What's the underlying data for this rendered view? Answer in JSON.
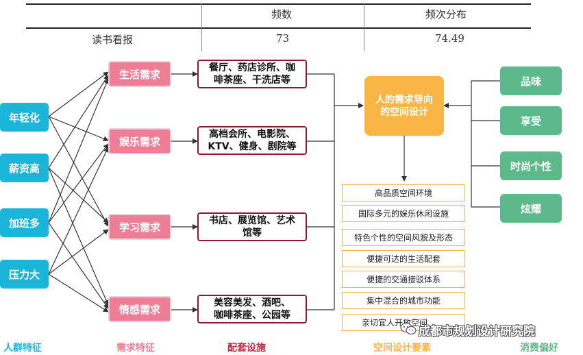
{
  "table": {
    "headers": [
      "",
      "频数",
      "频次分布"
    ],
    "row": [
      "读书看报",
      "73",
      "74.49"
    ]
  },
  "crowd": [
    "年轻化",
    "薪资高",
    "加班多",
    "压力大"
  ],
  "needs": [
    "生活需求",
    "娱乐需求",
    "学习需求",
    "情感需求"
  ],
  "facilities": [
    [
      "餐厅、药店诊所、咖",
      "啡茶座、干洗店等"
    ],
    [
      "高档会所、电影院、",
      "KTV、健身、剧院等"
    ],
    [
      "书店、展览馆、艺术",
      "馆等"
    ],
    [
      "美容美发、酒吧、",
      "咖啡茶座、公园等"
    ]
  ],
  "center": [
    "人的需求导向",
    "的空间设计"
  ],
  "elements": [
    "高品质空间环境",
    "国际多元的娱乐休闲设施",
    "特色个性的空间风貌及形态",
    "便捷可达的生活配套",
    "便捷的交通接驳体系",
    "集中混合的城市功能",
    "亲切宜人开放空间"
  ],
  "preferences": [
    "品味",
    "享受",
    "时尚个性",
    "炫耀"
  ],
  "footer": {
    "crowd": "人群特征",
    "needs": "需求特征",
    "facilities": "配套设施",
    "elements": "空间设计要素",
    "preferences": "消费偏好"
  },
  "watermark": "成都市规划设计研究院",
  "colors": {
    "crowd": "#1ab5d8",
    "needs": "#ee7e95",
    "facilities_border": "#8b1a2e",
    "center": "#f9b645",
    "elements_border": "#f0b94a",
    "preferences": "#5db98a"
  }
}
